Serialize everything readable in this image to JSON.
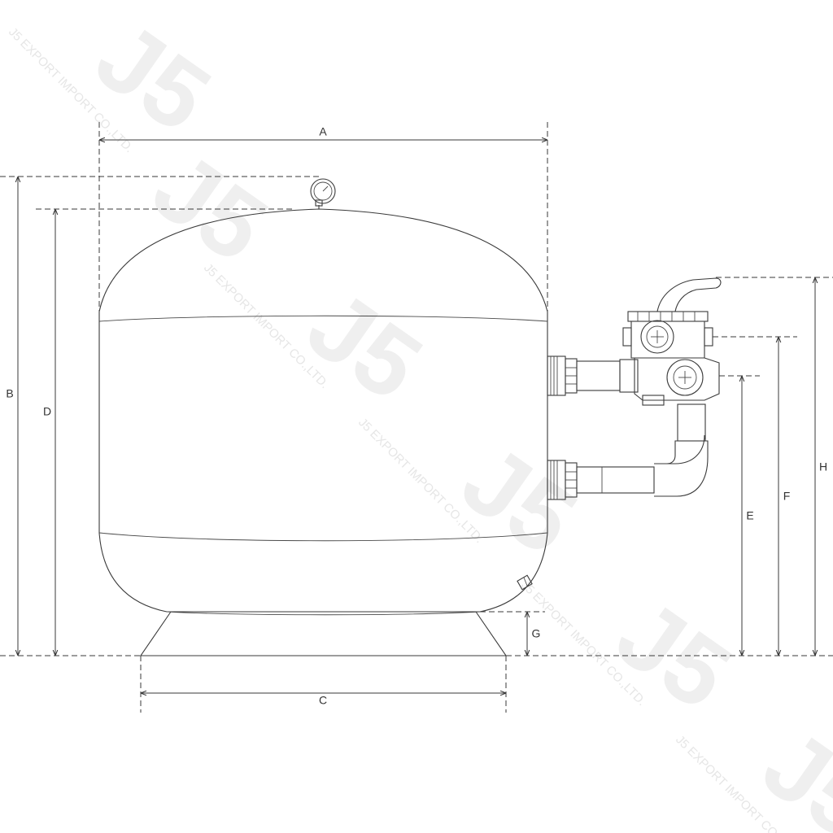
{
  "labels": {
    "A": "A",
    "B": "B",
    "C": "C",
    "D": "D",
    "E": "E",
    "F": "F",
    "G": "G",
    "H": "H"
  },
  "watermark": {
    "logo": "J5",
    "company": "J5 EXPORT IMPORT CO.,LTD."
  },
  "colors": {
    "line": "#3a3a3a",
    "watermark": "#e6e6e6",
    "background": "#ffffff"
  }
}
